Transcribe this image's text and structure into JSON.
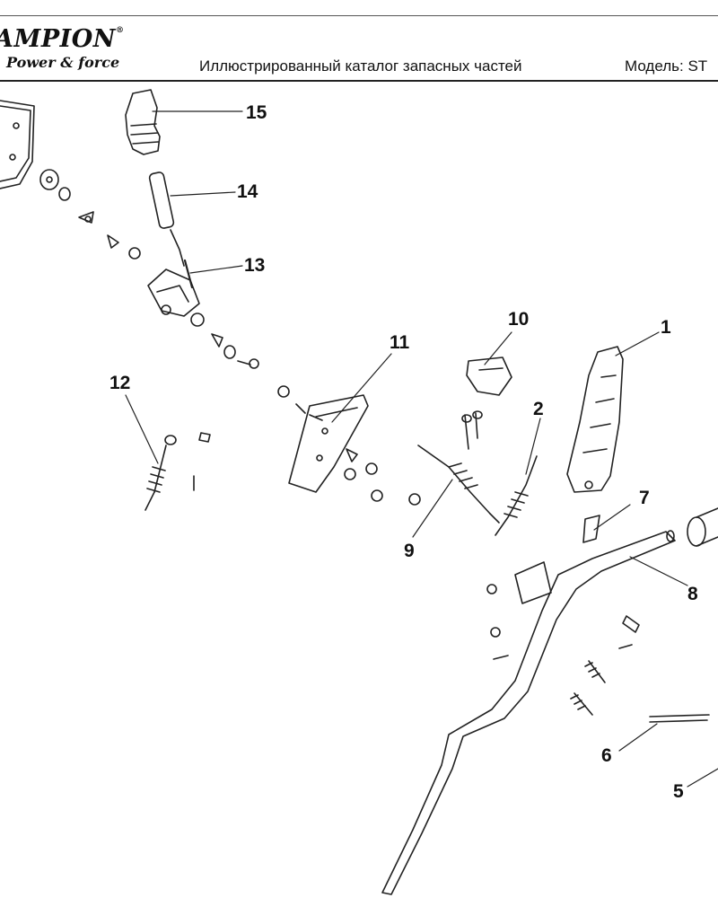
{
  "header": {
    "brand": "AMPION",
    "slogan": "Power & force",
    "title": "Иллюстрированный каталог запасных частей",
    "model": "Модель: ST"
  },
  "callouts": [
    "1",
    "2",
    "5",
    "6",
    "7",
    "8",
    "9",
    "10",
    "11",
    "12",
    "13",
    "14",
    "15"
  ]
}
